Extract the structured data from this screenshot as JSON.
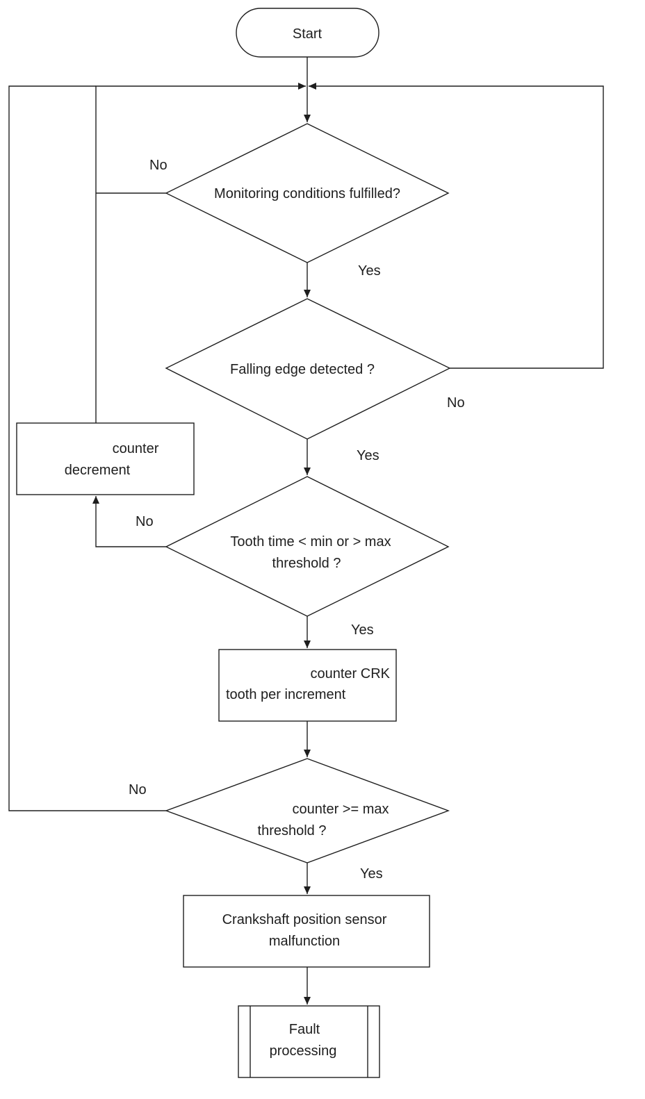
{
  "nodes": {
    "start": {
      "text": "Start"
    },
    "monitoring": {
      "text": "Monitoring conditions fulfilled?"
    },
    "falling_edge": {
      "text": "Falling edge detected ?"
    },
    "tooth_time": {
      "line1": "Tooth time < min or > max",
      "line2": "threshold ?"
    },
    "counter_increment": {
      "line1": "counter CRK",
      "line2": "tooth per increment"
    },
    "counter_decrement": {
      "line1": "counter",
      "line2": "decrement"
    },
    "counter_threshold": {
      "line1": "counter >= max",
      "line2": "threshold ?"
    },
    "sensor_malfunction": {
      "line1": "Crankshaft position sensor",
      "line2": "malfunction"
    },
    "fault_processing": {
      "line1": "Fault",
      "line2": "processing"
    }
  },
  "branches": {
    "monitoring_no": "No",
    "monitoring_yes": "Yes",
    "falling_edge_no": "No",
    "falling_edge_yes": "Yes",
    "tooth_time_no": "No",
    "tooth_time_yes": "Yes",
    "counter_threshold_no": "No",
    "counter_threshold_yes": "Yes"
  }
}
